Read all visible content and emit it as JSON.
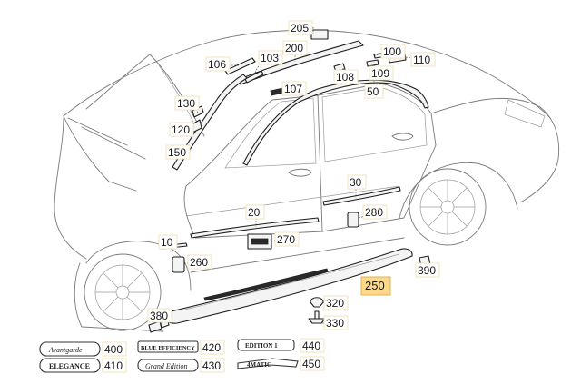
{
  "callouts": {
    "c10": "10",
    "c20": "20",
    "c30": "30",
    "c50": "50",
    "c100": "100",
    "c103": "103",
    "c106": "106",
    "c107": "107",
    "c108": "108",
    "c109": "109",
    "c110": "110",
    "c120": "120",
    "c130": "130",
    "c150": "150",
    "c200": "200",
    "c205": "205",
    "c250": "250",
    "c260": "260",
    "c270": "270",
    "c280": "280",
    "c320": "320",
    "c330": "330",
    "c380": "380",
    "c390": "390",
    "c400": "400",
    "c410": "410",
    "c420": "420",
    "c430": "430",
    "c440": "440",
    "c450": "450"
  },
  "badges": {
    "b400": "Avantgarde",
    "b410": "ELEGANCE",
    "b420": "BLUE EFFICIENCY",
    "b430": "Grand Edition",
    "b440": "EDITION 1",
    "b450": "4MATIC"
  },
  "highlight": "250",
  "colors": {
    "highlight_fill": "#ffd98a",
    "box_border": "#f1ddb0",
    "linework": "#7a7a7a"
  }
}
